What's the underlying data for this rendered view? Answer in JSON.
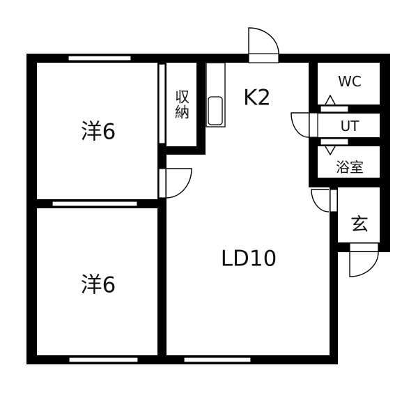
{
  "rooms": {
    "western_room_upper": "洋6",
    "western_room_lower": "洋6",
    "storage": "収納",
    "kitchen": "K2",
    "living_dining": "LD10",
    "toilet": "WC",
    "utility": "UT",
    "bathroom": "浴室",
    "entrance": "玄"
  },
  "colors": {
    "wall": "#000000",
    "background": "#ffffff"
  }
}
